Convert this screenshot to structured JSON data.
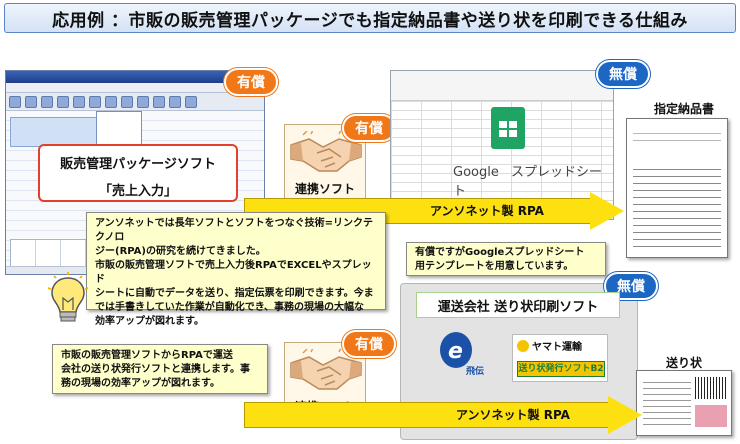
{
  "title": "応用例 ：市販の販売管理パッケージでも指定納品書や送り状を印刷できる仕組み",
  "colors": {
    "paid_badge": "#f07818",
    "free_badge": "#1c66c4",
    "rpa_arrow": "#fde010",
    "callout_border": "#e2402b",
    "note_bg": "#ffffcc"
  },
  "badges": {
    "paid_software": "有償",
    "paid_link1": "有償",
    "paid_link2": "有償",
    "free_spreadsheet": "無償",
    "free_shipping": "無償"
  },
  "sales_package": {
    "line1": "販売管理パッケージソフト",
    "line2": "「売上入力」"
  },
  "link_software_1": "連携ソフト",
  "link_software_2": "連携ソフト",
  "spreadsheet": {
    "brand": "Google",
    "name": "スプレッドシート"
  },
  "delivery_note_label": "指定納品書",
  "shipping_label": "送り状",
  "rpa_arrow_1": "アンソネット製 RPA",
  "rpa_arrow_2": "アンソネット製 RPA",
  "note_spreadsheet": [
    "有償ですがGoogleスプレッドシート",
    "用テンプレートを用意しています。"
  ],
  "note_main": [
    "アンソネットでは長年ソフトとソフトをつなぐ技術=リンクテクノロ",
    "ジー(RPA)の研究を続けてきました。",
    "市販の販売管理ソフトで売上入力後RPAでEXCELやスプレッド",
    "シートに自動でデータを送り、指定伝票を印刷できます。今ま",
    "では手書きしていた作業が自動化でき、事務の現場の大幅な",
    "効率アップが図れます。"
  ],
  "note_shipping": [
    "市販の販売管理ソフトからRPAで運送",
    "会社の送り状発行ソフトと連携します。事",
    "務の現場の効率アップが図れます。"
  ],
  "shipping_software_title": "運送会社 送り状印刷ソフト",
  "hikyaku_logo_text": "飛伝",
  "yamato_logo": {
    "company": "ヤマト運輸",
    "product": "送り状発行ソフトB2"
  },
  "icons": [
    "handshake-icon",
    "lightbulb-icon",
    "spreadsheet-icon",
    "hikyaku-logo-icon",
    "yamato-logo-icon"
  ]
}
